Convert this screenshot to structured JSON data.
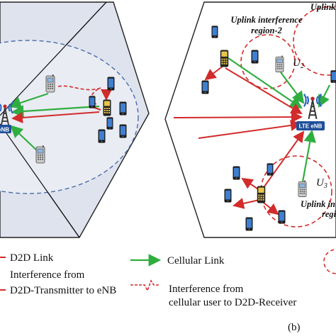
{
  "figure": {
    "panel_b_label": "(b)",
    "enb_label_left": "eNB",
    "enb_label_right": "LTE eNB",
    "region_label_top_line1": "Uplink interference",
    "region_label_top_line2": "region-2",
    "region_label_top_right": "Uplink in",
    "region_label_bottom_line1": "Uplink interfe",
    "region_label_bottom_line2": "regio",
    "user_u2": "U",
    "user_u2_sub": "2",
    "user_u3": "U",
    "user_u3_sub": "3"
  },
  "legend": {
    "d2d_link": "D2D Link",
    "cellular_link": "Cellular Link",
    "interference_d2d_line1": "Interference from",
    "interference_d2d_line2": "D2D-Transmitter to eNB",
    "interference_cell_line1": "Interference from",
    "interference_cell_line2": "cellular user to D2D-Receiver"
  },
  "colors": {
    "d2d": "#d22b2b",
    "cellular": "#2fae3f",
    "cell_fill": "#dfe3ee",
    "dashed_circle": "#4a6da8",
    "enb_blue": "#1f4f9a"
  }
}
